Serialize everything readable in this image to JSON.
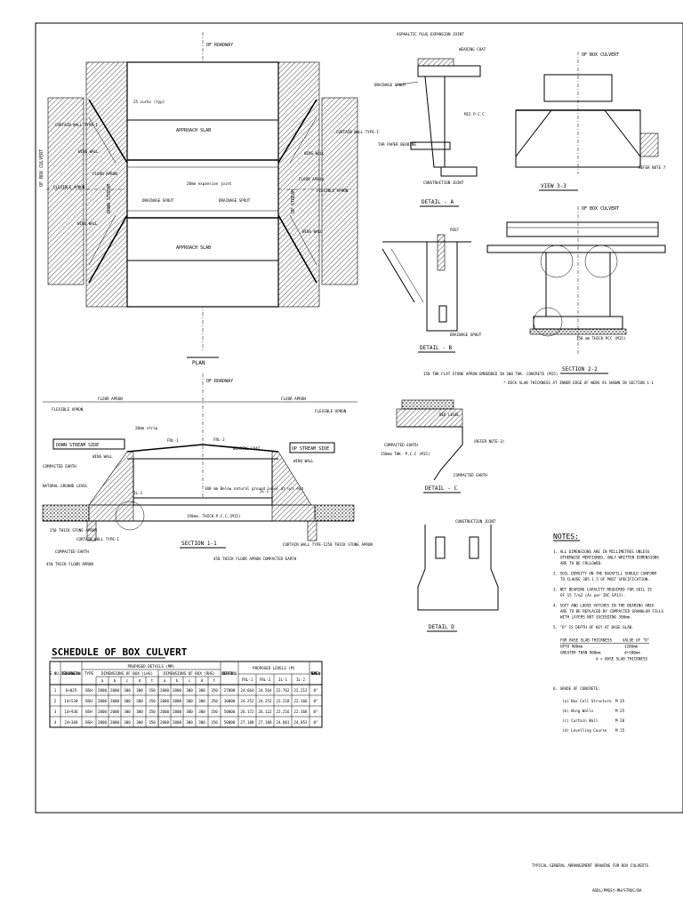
{
  "plan": {
    "title": "PLAN",
    "roadway": "OF ROADWAY",
    "box_culvert_axis": "OF BOX CULVERT",
    "slab_top": "APPROACH SLAB",
    "slab_bottom": "APPROACH SLAB",
    "curtain_wall_left": "CURTAIN WALL TYPE-I",
    "curtain_wall_right": "CURTAIN WALL TYPE-I",
    "wing_wall_left_top": "WING WALL",
    "wing_wall_left_bottom": "WING WALL",
    "wing_wall_right_top": "WING WALL",
    "wing_wall_right_bottom": "WING WALL",
    "flexible_apron_left": "FLEXIBLE APRON",
    "flexible_apron_right": "FLEXIBLE APRON",
    "floor_apron_left": "FLOOR APRON",
    "floor_apron_right": "FLOOR APRON",
    "down_stream": "DOWN STREAM",
    "up_stream": "UP STREAM",
    "drainage_spout_left": "DRAINAGE SPOUT",
    "drainage_spout_right": "DRAINAGE SPOUT",
    "expansion_joint": "20mm expansion joint",
    "curbs": "25 curbs (typ)"
  },
  "section_1_1": {
    "title": "SECTION 1-1",
    "roadway": "OF ROADWAY",
    "flexible_apron_left": "FLEXIBLE APRON",
    "flexible_apron_right": "FLEXIBLE APRON",
    "floor_apron_left": "FLOOR APRON",
    "floor_apron_right": "FLOOR APRON",
    "down_stream_side": "DOWN STREAM SIDE",
    "up_stream_side": "UP STREAM SIDE",
    "wing_wall_left": "WING WALL",
    "wing_wall_right": "WING WALL",
    "compacted_earth_left": "COMPACTED EARTH",
    "natural_ground_level": "NATURAL GROUND LEVEL",
    "stone_apron_left": "250 THICK STONE APRON",
    "curtain_wall": "CURTAIN WALL TYPE-I",
    "compacted_earth_2": "COMPACTED EARTH",
    "floor_apron_450": "450 THICK FLOOR APRON",
    "frl1": "FRL-1",
    "frl2": "FRL-2",
    "wearing_coat": "WEARING COAT",
    "ill1": "IL-1",
    "ill2": "IL-2",
    "filling": "300 mm Below natural ground level at u/s end",
    "pcc": "150mm. THICK P.C.C.(M15)",
    "floor_apron_right_note": "450 THICK FLOOR APRON COMPACTED EARTH",
    "curtain_wall_right": "CURTAIN WALL TYPE-I",
    "stone_apron_right": "250 THICK STONE APRON",
    "strip": "20mm strip"
  },
  "detail_a": {
    "title": "DETAIL - A",
    "asphaltic": "ASPHALTIC PLUG EXPANSION JOINT",
    "wearing_coat": "WEARING COAT",
    "drainage_spout": "DRAINAGE SPOUT",
    "pcc": "M15 P.C.C",
    "tar_paper": "TAR PAPER BEARING",
    "construction_joint": "CONSTRUCTION JOINT"
  },
  "view_3_3": {
    "title": "VIEW 3-3",
    "axis": "OF BOX CULVERT",
    "note": "REFER NOTE 7"
  },
  "detail_b": {
    "title": "DETAIL - B",
    "post": "POST",
    "drainage_spout": "DRAINAGE SPOUT"
  },
  "section_2_2": {
    "title": "SECTION 2-2",
    "axis": "OF BOX CULVERT",
    "pcc": "150 mm THICK PCC (M15)",
    "note": "* DECK SLAB THICKNESS AT INNER EDGE OF WEBS AS SHOWN IN SECTION 1-1"
  },
  "detail_c": {
    "title": "DETAIL - C",
    "stone_apron": "150 THK FLAT STONE APRON EMBEDDED IN 300 THK. CONCRETE (M15)",
    "bed_level": "BED LEVEL",
    "refer_note": "(REFER NOTE-3)",
    "compacted_earth": "COMPACTED EARTH",
    "pcc": "150mm THK. P.C.C (M15)",
    "compacted_earth_2": "COMPACTED EARTH"
  },
  "detail_d": {
    "title": "DETAIL D",
    "construction_joint": "CONSTRUCTION JOINT"
  },
  "notes": {
    "title": "NOTES:",
    "items": [
      "1. ALL DIMENSIONS ARE IN MILLIMETRES UNLESS OTHERWISE MENTIONED. ONLY WRITTEN DIMENSIONS ARE TO BE FOLLOWED.",
      "2. SOIL DENSITY ON THE BACKFILL SHOULD CONFORM TO CLAUSE 305.1.5 OF MOST SPECIFICATION.",
      "3. NET BEARING CAPACITY REQUIRED FOR SOIL IS OF 15 T/m2 (As per IRC SP13).",
      "4. SOFT AND LOOSE PATCHES IN THE BEARING AREA ARE TO BE REPLACED BY COMPACTED GRANULAR FILLS WITH LAYERS NOT EXCEEDING 300mm.",
      "5. \"D\" IS DEPTH OF KEY AT BASE SLAB."
    ],
    "key_header": [
      "FOR BASE SLAB THICKNESS",
      "VALUE OF \"D\""
    ],
    "key_rows": [
      [
        "UPTO 900mm",
        "1200mm"
      ],
      [
        "GREATER THAN 900mm",
        "d+300mm"
      ]
    ],
    "key_footnote": "d = BASE SLAB THICKNESS",
    "grade_title": "6. GRADE OF CONCRETE:",
    "grades": [
      [
        "(a) Box Cell Structure",
        "M 35"
      ],
      [
        "(b) Wing Walls",
        "M 25"
      ],
      [
        "(c) Curtain Wall",
        "M 20"
      ],
      [
        "(d) Levelling Course",
        "M 15"
      ]
    ]
  },
  "schedule": {
    "title": "SCHEDULE OF BOX CULVERT",
    "head_sno": "S.NO.",
    "head_chainage": "DESIGN CHAINAGE IN Km",
    "head_proposed": "PROPOSED DETAILS (MM)",
    "head_type": "TYPE",
    "head_lhs": "DIMENSIONS OF BOX (LHS)",
    "head_rhs": "DIMENSIONS OF BOX (RHS)",
    "head_length": "LENGTH OF BOX (L)",
    "head_levels": "PROPOSED LEVELS (M)",
    "head_skew": "SKEW ANGLE (θ)",
    "sub_dims": [
      "a",
      "b",
      "c",
      "d",
      "t",
      "a",
      "b",
      "c",
      "d",
      "t"
    ],
    "sub_levels": [
      "FRL-1",
      "FRL-2",
      "IL-1",
      "IL-2"
    ],
    "rows": [
      [
        "1",
        "6+025",
        "BSH",
        "2000",
        "2000",
        "300",
        "300",
        "350",
        "2000",
        "2000",
        "300",
        "300",
        "350",
        "27000",
        "24.664",
        "24.564",
        "22.762",
        "22.213",
        "0°"
      ],
      [
        "2",
        "14+530",
        "BSH",
        "2000",
        "2000",
        "300",
        "300",
        "350",
        "2000",
        "2000",
        "300",
        "300",
        "350",
        "30000",
        "24.252",
        "24.252",
        "22.218",
        "22.166",
        "0°"
      ],
      [
        "3",
        "14+936",
        "BSH",
        "2000",
        "2000",
        "300",
        "300",
        "350",
        "2000",
        "2000",
        "300",
        "300",
        "350",
        "50000",
        "26.172",
        "26.122",
        "22.216",
        "22.168",
        "0°"
      ],
      [
        "4",
        "24+368",
        "BSH",
        "2000",
        "2000",
        "300",
        "300",
        "350",
        "2000",
        "2000",
        "300",
        "300",
        "350",
        "50000",
        "27.108",
        "27.108",
        "24.061",
        "24.053",
        "0°"
      ]
    ]
  },
  "title_block": {
    "title": "TYPICAL GENERAL ARRANGEMENT DRAWING FOR BOX CULVERTS",
    "ref": "ADDL/PMGSY-MH/STRUC/BA"
  }
}
